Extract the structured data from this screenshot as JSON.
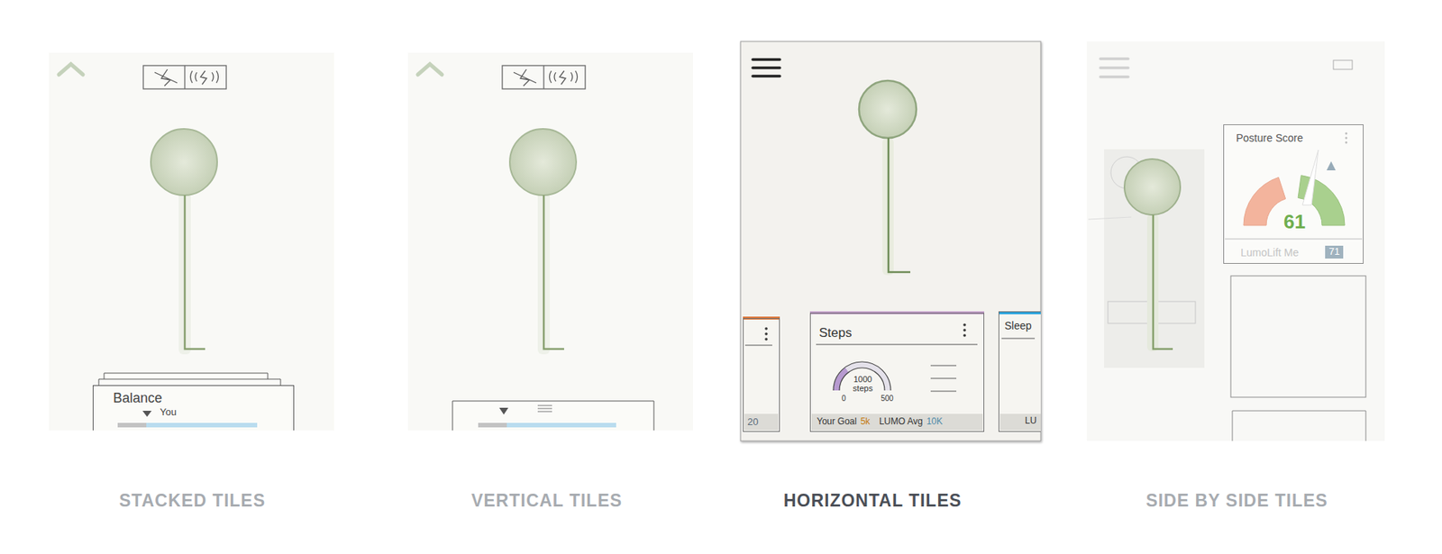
{
  "diagram": {
    "nodes": [
      {
        "text": [
          "STACKED TILES"
        ]
      },
      {
        "text": [
          "Balance",
          "You"
        ],
        "in": 0
      },
      {
        "text": [
          "VERTICAL TILES"
        ]
      },
      {
        "text": [
          "HORIZONTAL TILES"
        ]
      },
      {
        "text": [
          "20"
        ],
        "in": 3
      },
      {
        "text": [
          "Steps",
          "1000 steps",
          "0",
          "500",
          "Your Goal",
          "5k",
          "LUMO Avg",
          "10K"
        ],
        "in": 3
      },
      {
        "text": [
          "Sleep",
          "LU"
        ],
        "in": 3
      },
      {
        "text": [
          "SIDE BY SIDE TILES"
        ]
      },
      {
        "text": [
          "Posture Score",
          "61",
          "LumoLift Me",
          "71"
        ],
        "in": 7
      }
    ]
  }
}
